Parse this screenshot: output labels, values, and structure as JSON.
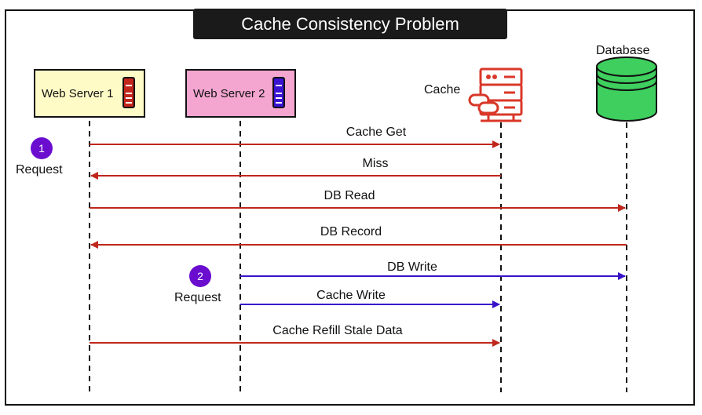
{
  "title": "Cache Consistency Problem",
  "actors": {
    "web_server_1": {
      "label": "Web Server 1",
      "fill": "#fffbc7",
      "icon_color": "#c2261b"
    },
    "web_server_2": {
      "label": "Web Server 2",
      "fill": "#f4a6d0",
      "icon_color": "#3b12d1"
    },
    "cache": {
      "label": "Cache",
      "icon_color": "#d93829"
    },
    "database": {
      "label": "Database",
      "fill": "#3ecf5e"
    }
  },
  "requests": [
    {
      "number": "1",
      "label": "Request",
      "color": "#6a0dcf"
    },
    {
      "number": "2",
      "label": "Request",
      "color": "#6a0dcf"
    }
  ],
  "messages": [
    {
      "label": "Cache Get",
      "from": "web_server_1",
      "to": "cache",
      "color": "#c0271c"
    },
    {
      "label": "Miss",
      "from": "cache",
      "to": "web_server_1",
      "color": "#c0271c"
    },
    {
      "label": "DB Read",
      "from": "web_server_1",
      "to": "database",
      "color": "#c0271c"
    },
    {
      "label": "DB Record",
      "from": "database",
      "to": "web_server_1",
      "color": "#c0271c"
    },
    {
      "label": "DB Write",
      "from": "web_server_2",
      "to": "database",
      "color": "#3a12c9"
    },
    {
      "label": "Cache Write",
      "from": "web_server_2",
      "to": "cache",
      "color": "#3a12c9"
    },
    {
      "label": "Cache Refill Stale Data",
      "from": "web_server_1",
      "to": "cache",
      "color": "#c0271c"
    }
  ]
}
